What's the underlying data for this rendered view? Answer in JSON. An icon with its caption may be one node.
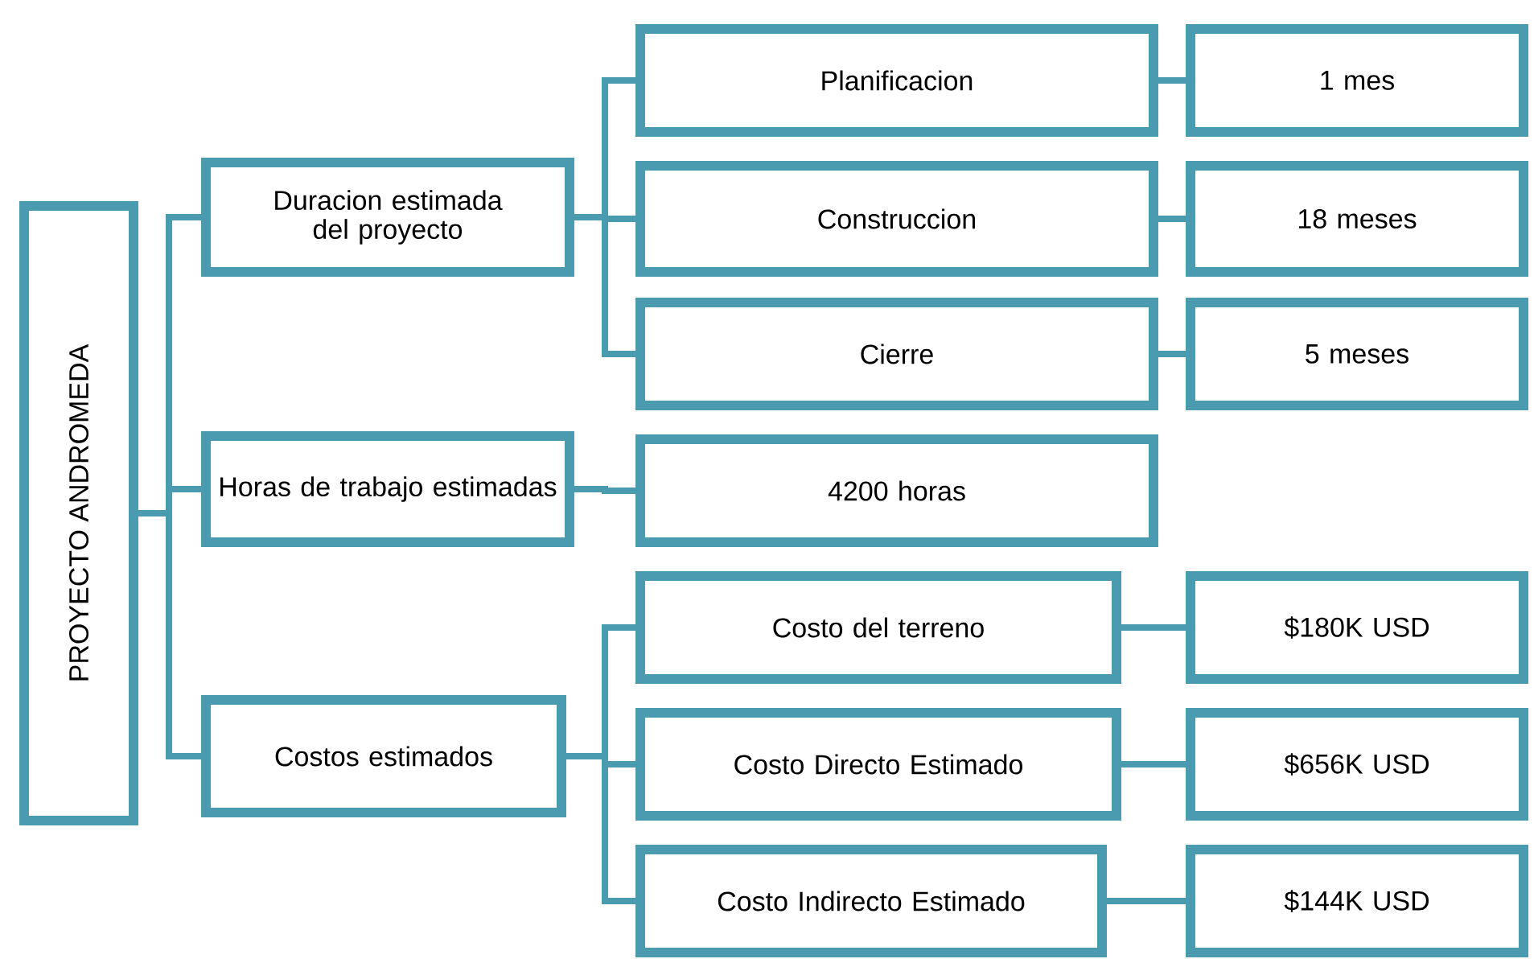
{
  "diagram": {
    "nodes": [
      {
        "text": [
          "PROYECTO ANDROMEDA"
        ]
      },
      {
        "text": [
          "Duracion estimada del proyecto"
        ]
      },
      {
        "text": [
          "Horas de trabajo estimadas"
        ]
      },
      {
        "text": [
          "Costos estimados"
        ]
      },
      {
        "text": [
          "Planificacion"
        ]
      },
      {
        "text": [
          "Construccion"
        ]
      },
      {
        "text": [
          "Cierre"
        ]
      },
      {
        "text": [
          "4200 horas"
        ]
      },
      {
        "text": [
          "Costo del terreno"
        ]
      },
      {
        "text": [
          "Costo Directo Estimado"
        ]
      },
      {
        "text": [
          "Costo Indirecto Estimado"
        ]
      },
      {
        "text": [
          "1 mes"
        ]
      },
      {
        "text": [
          "18 meses"
        ]
      },
      {
        "text": [
          "5 meses"
        ]
      },
      {
        "text": [
          "$180K USD"
        ]
      },
      {
        "text": [
          "$656K USD"
        ]
      },
      {
        "text": [
          "$144K USD"
        ]
      }
    ],
    "edges": [
      {
        "from": 0,
        "to": 1,
        "arrow": "none"
      },
      {
        "from": 0,
        "to": 2,
        "arrow": "none"
      },
      {
        "from": 0,
        "to": 3,
        "arrow": "none"
      },
      {
        "from": 1,
        "to": 4,
        "arrow": "none"
      },
      {
        "from": 1,
        "to": 5,
        "arrow": "none"
      },
      {
        "from": 1,
        "to": 6,
        "arrow": "none"
      },
      {
        "from": 2,
        "to": 7,
        "arrow": "none"
      },
      {
        "from": 3,
        "to": 8,
        "arrow": "none"
      },
      {
        "from": 3,
        "to": 9,
        "arrow": "none"
      },
      {
        "from": 3,
        "to": 10,
        "arrow": "none"
      },
      {
        "from": 4,
        "to": 11,
        "arrow": "none"
      },
      {
        "from": 5,
        "to": 12,
        "arrow": "none"
      },
      {
        "from": 6,
        "to": 13,
        "arrow": "none"
      },
      {
        "from": 8,
        "to": 14,
        "arrow": "none"
      },
      {
        "from": 9,
        "to": 15,
        "arrow": "none"
      },
      {
        "from": 10,
        "to": 16,
        "arrow": "none"
      }
    ]
  }
}
